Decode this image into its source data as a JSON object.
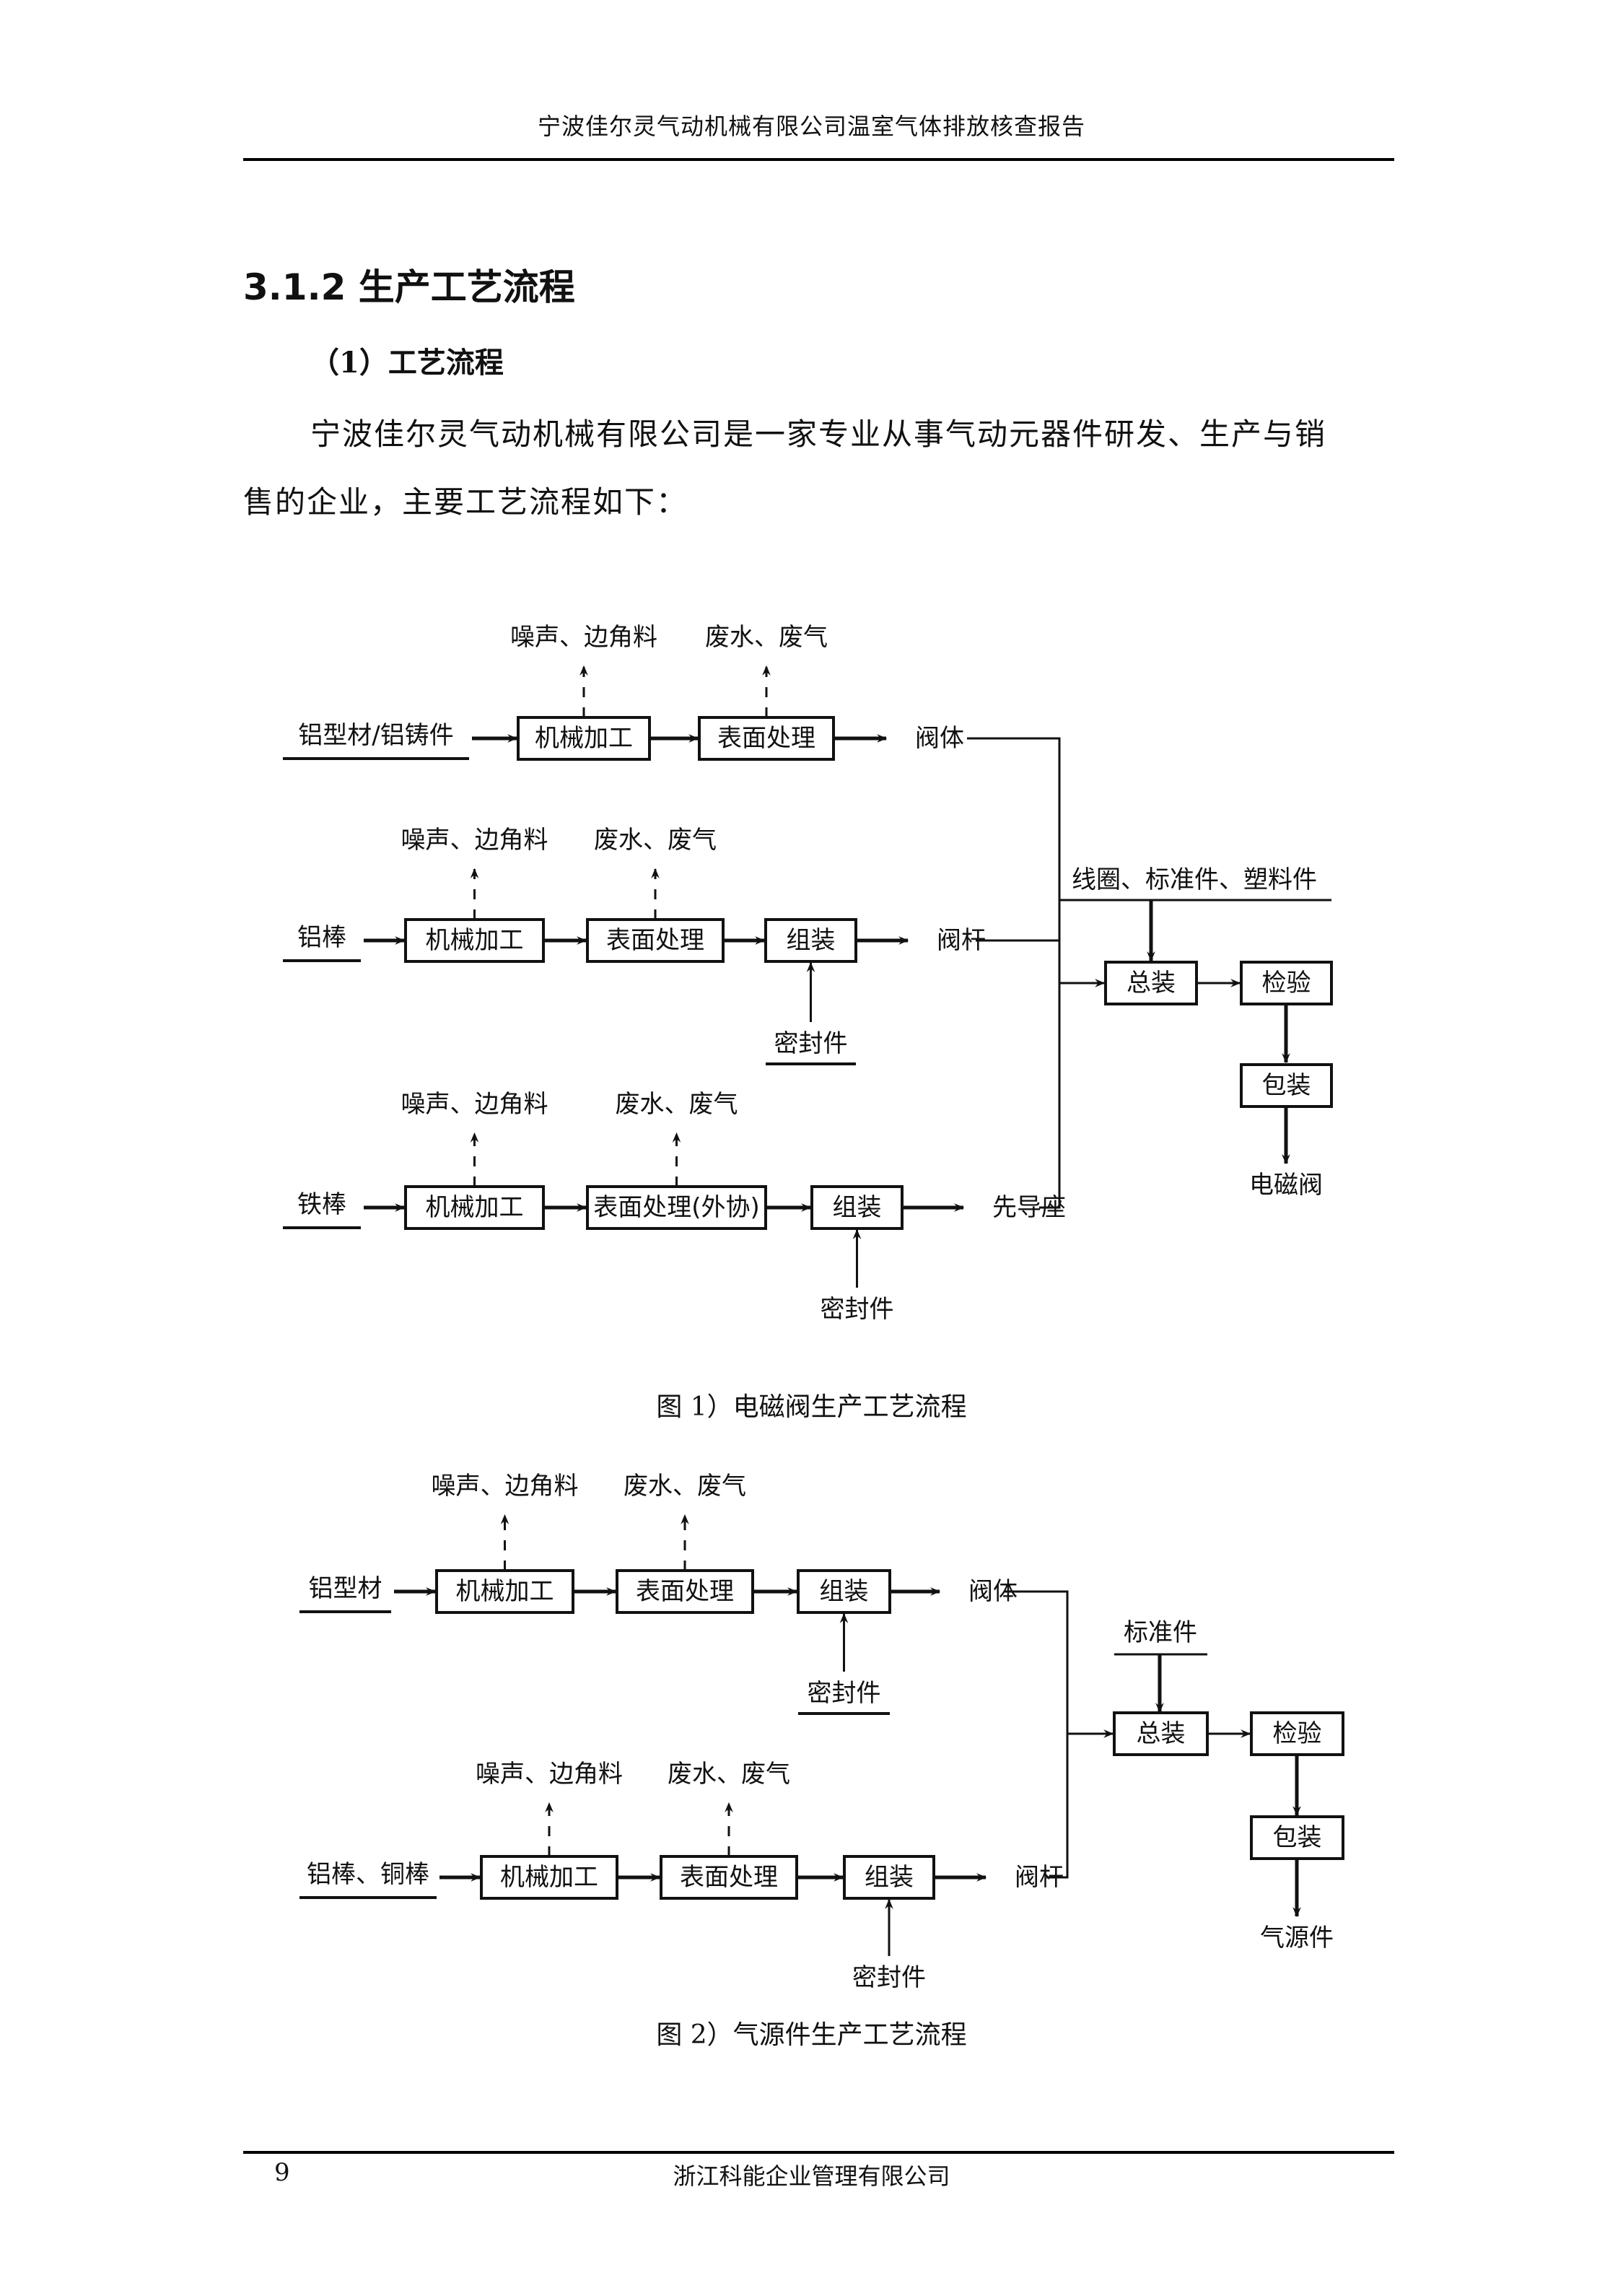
{
  "header": {
    "title": "宁波佳尔灵气动机械有限公司温室气体排放核查报告"
  },
  "section": {
    "heading": "3.1.2 生产工艺流程",
    "subheading": "（1）工艺流程",
    "paragraph_line1": "宁波佳尔灵气动机械有限公司是一家专业从事气动元器件研发、生产与销",
    "paragraph_line2": "售的企业，主要工艺流程如下："
  },
  "figure1": {
    "caption": "图 1）电磁阀生产工艺流程",
    "rows": [
      {
        "input": "铝型材/铝铸件",
        "steps": [
          "机械加工",
          "表面处理"
        ],
        "emissions": [
          "噪声、边角料",
          "废水、废气"
        ],
        "output": "阀体"
      },
      {
        "input": "铝棒",
        "steps": [
          "机械加工",
          "表面处理",
          "组装"
        ],
        "emissions": [
          "噪声、边角料",
          "废水、废气"
        ],
        "side_input": "密封件",
        "output": "阀杆"
      },
      {
        "input": "铁棒",
        "steps": [
          "机械加工",
          "表面处理(外协)",
          "组装"
        ],
        "emissions": [
          "噪声、边角料",
          "废水、废气"
        ],
        "side_input": "密封件",
        "output": "先导座"
      }
    ],
    "assembly_input": "线圈、标准件、塑料件",
    "final_steps": [
      "总装",
      "检验",
      "包装"
    ],
    "product": "电磁阀"
  },
  "figure2": {
    "caption": "图 2）气源件生产工艺流程",
    "rows": [
      {
        "input": "铝型材",
        "steps": [
          "机械加工",
          "表面处理",
          "组装"
        ],
        "emissions": [
          "噪声、边角料",
          "废水、废气"
        ],
        "side_input": "密封件",
        "output": "阀体"
      },
      {
        "input": "铝棒、铜棒",
        "steps": [
          "机械加工",
          "表面处理",
          "组装"
        ],
        "emissions": [
          "噪声、边角料",
          "废水、废气"
        ],
        "side_input": "密封件",
        "output": "阀杆"
      }
    ],
    "assembly_input": "标准件",
    "final_steps": [
      "总装",
      "检验",
      "包装"
    ],
    "product": "气源件"
  },
  "footer": {
    "page_number": "9",
    "company": "浙江科能企业管理有限公司"
  }
}
